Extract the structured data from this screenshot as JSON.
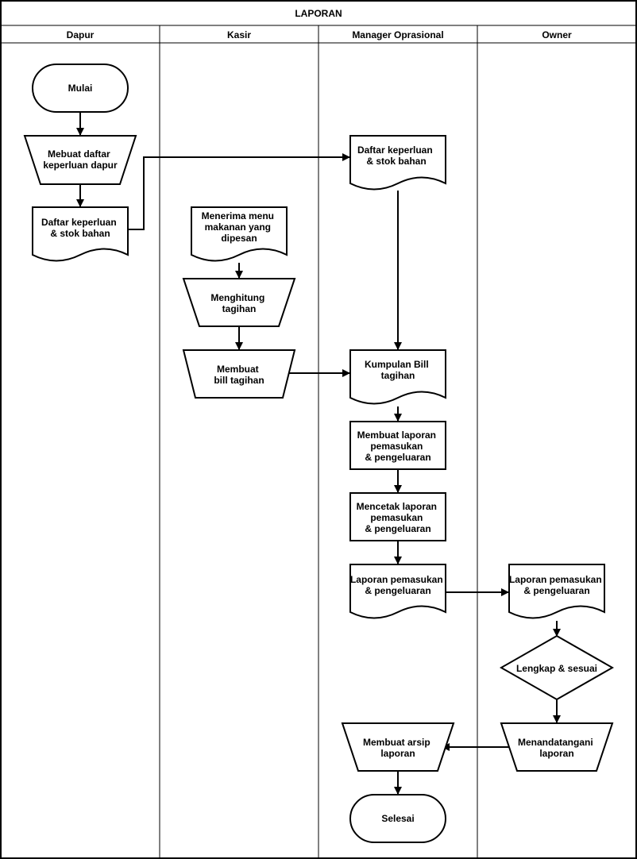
{
  "title": "LAPORAN",
  "lanes": [
    "Dapur",
    "Kasir",
    "Manager Oprasional",
    "Owner"
  ],
  "nodes": {
    "mulai": [
      "Mulai"
    ],
    "buat_daftar": [
      "Mebuat daftar",
      "keperluan dapur"
    ],
    "daftar_dapur": [
      "Daftar keperluan",
      "& stok bahan"
    ],
    "daftar_manager": [
      "Daftar keperluan",
      "& stok bahan"
    ],
    "terima_menu": [
      "Menerima menu",
      "makanan yang",
      "dipesan"
    ],
    "hitung_tagihan": [
      "Menghitung",
      "tagihan"
    ],
    "buat_bill": [
      "Membuat",
      "bill  tagihan"
    ],
    "kumpulan_bill": [
      "Kumpulan Bill",
      "tagihan"
    ],
    "buat_laporan": [
      "Membuat laporan",
      "pemasukan",
      "& pengeluaran"
    ],
    "cetak_laporan": [
      "Mencetak laporan",
      "pemasukan",
      "& pengeluaran"
    ],
    "laporan_manager": [
      "Laporan pemasukan",
      "& pengeluaran"
    ],
    "laporan_owner": [
      "Laporan pemasukan",
      "& pengeluaran"
    ],
    "lengkap": [
      "Lengkap & sesuai"
    ],
    "tandatangan": [
      "Menandatangani",
      "laporan"
    ],
    "arsip": [
      "Membuat arsip",
      "laporan"
    ],
    "selesai": [
      "Selesai"
    ]
  },
  "colors": {
    "stroke": "#000000",
    "fill": "#ffffff",
    "text": "#000000"
  }
}
